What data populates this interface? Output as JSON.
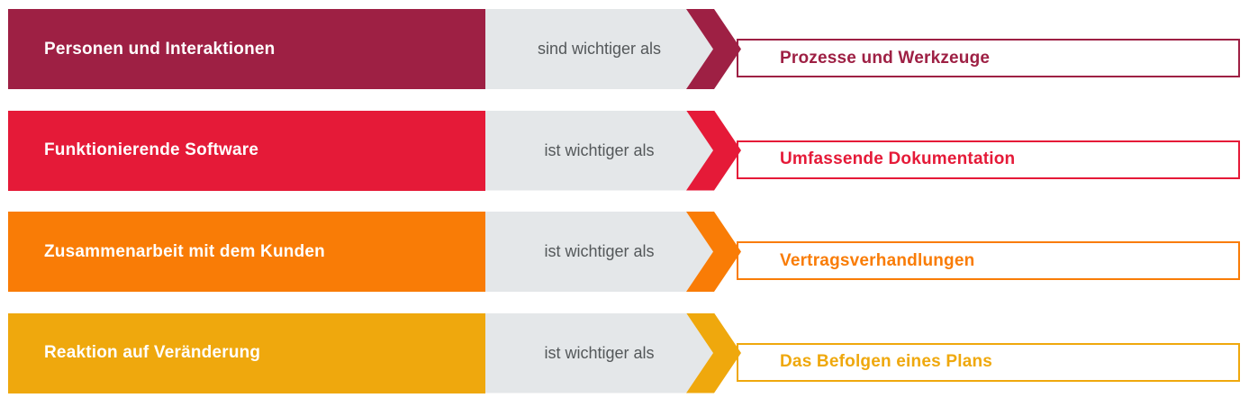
{
  "diagram": {
    "rows": [
      {
        "value": "Personen und Interaktionen",
        "comparator": "sind wichtiger als",
        "over": "Prozesse und Werkzeuge",
        "color": "#9e2044"
      },
      {
        "value": "Funktionierende Software",
        "comparator": "ist wichtiger als",
        "over": "Umfassende Dokumentation",
        "color": "#e51a38"
      },
      {
        "value": "Zusammenarbeit mit dem Kunden",
        "comparator": "ist wichtiger als",
        "over": "Vertragsverhandlungen",
        "color": "#f97c06"
      },
      {
        "value": "Reaktion auf Veränderung",
        "comparator": "ist wichtiger als",
        "over": "Das Befolgen eines Plans",
        "color": "#efa80d"
      }
    ],
    "colors": {
      "comparator_background": "#e4e7e9",
      "comparator_text": "#54585a",
      "value_text": "#ffffff"
    }
  }
}
